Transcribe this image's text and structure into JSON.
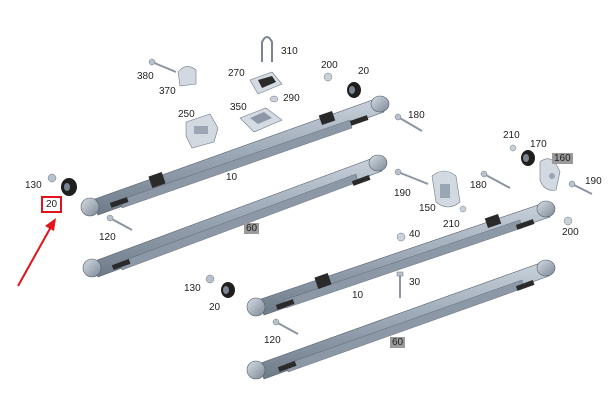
{
  "diagram": {
    "callouts": {
      "c310": "310",
      "c380": "380",
      "c370": "370",
      "c270": "270",
      "c200a": "200",
      "c20a": "20",
      "c290": "290",
      "c350": "350",
      "c250": "250",
      "c180a": "180",
      "c210a": "210",
      "c170": "170",
      "c160": "160",
      "c130a": "130",
      "c20b": "20",
      "c10a": "10",
      "c190a": "190",
      "c180b": "180",
      "c190b": "190",
      "c150": "150",
      "c210b": "210",
      "c200b": "200",
      "c120a": "120",
      "c60a": "60",
      "c40": "40",
      "c130b": "130",
      "c30": "30",
      "c20c": "20",
      "c10b": "10",
      "c120b": "120",
      "c60b": "60"
    },
    "highlight_color": "#9a9a9a",
    "selection_color": "#e2131b",
    "selected_part": "20"
  }
}
